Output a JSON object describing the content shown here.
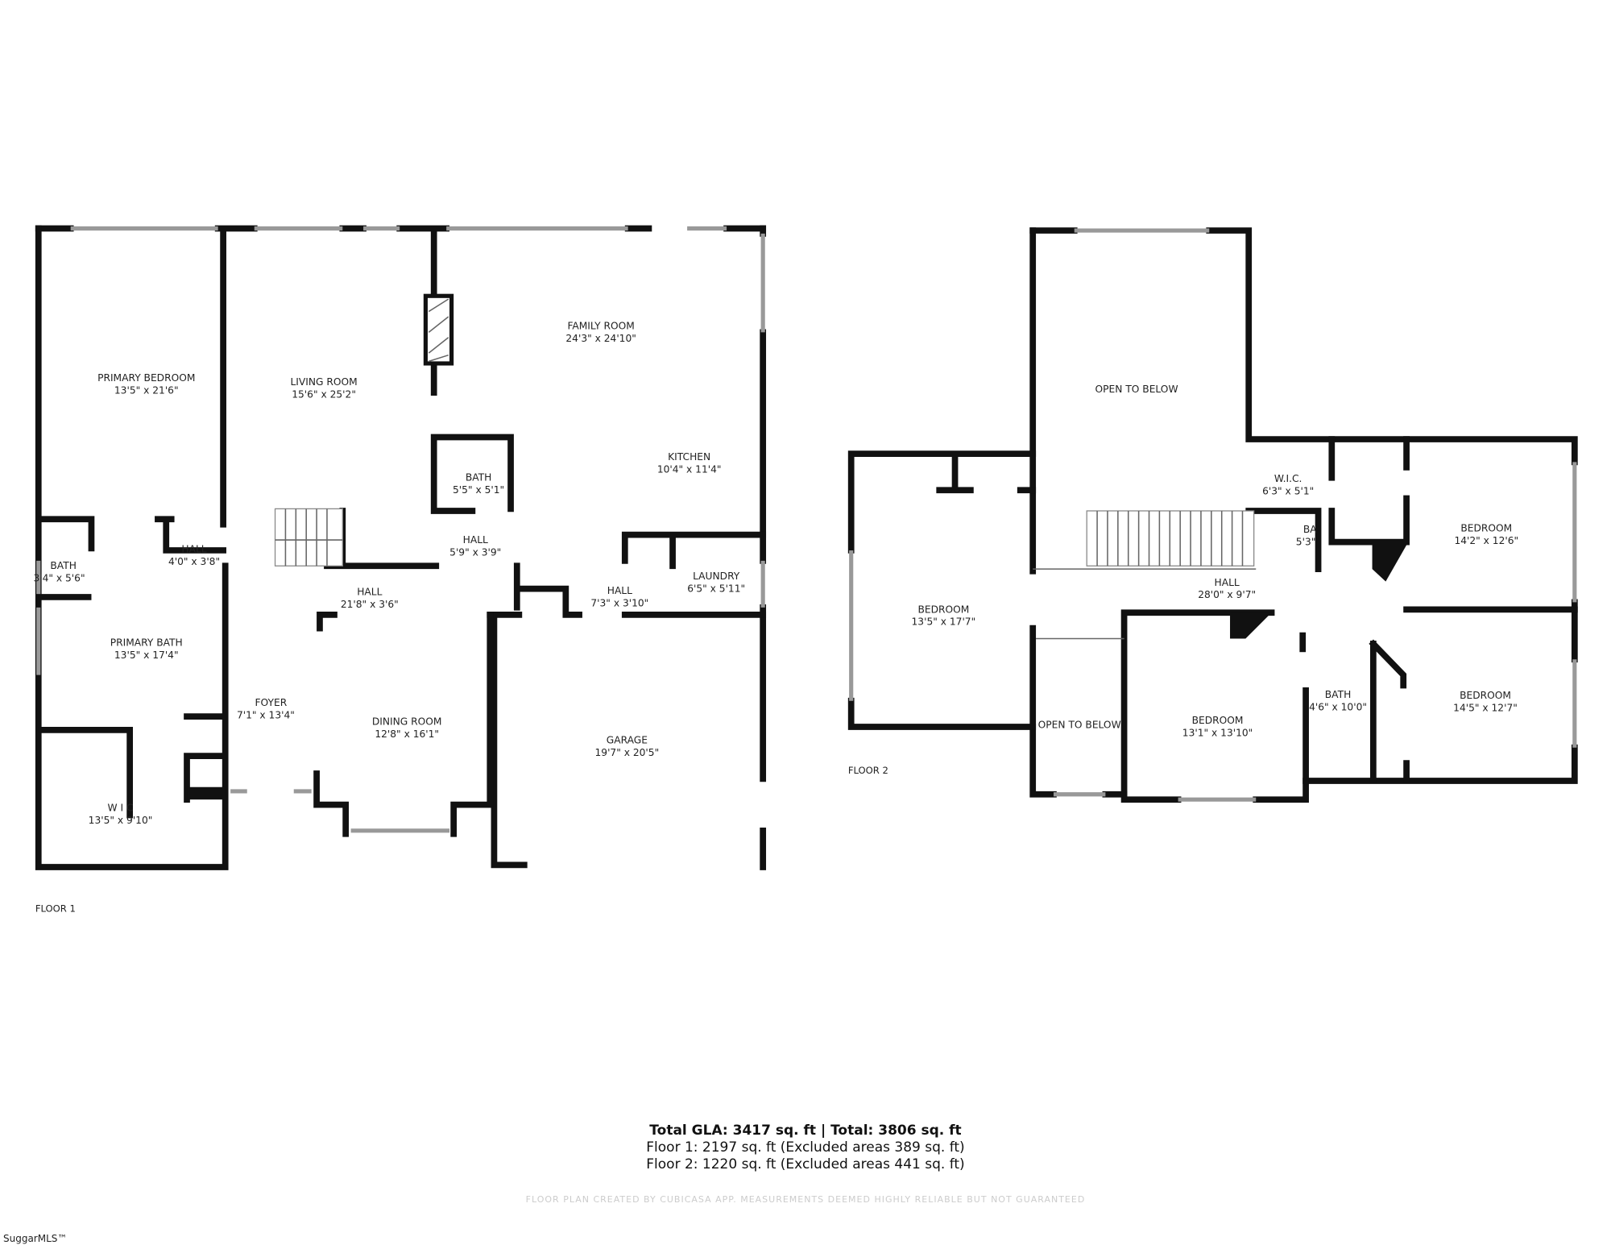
{
  "floor1": {
    "label": "FLOOR 1",
    "rooms": [
      {
        "name": "PRIMARY BEDROOM",
        "dims": "13'5\" x 21'6\""
      },
      {
        "name": "LIVING ROOM",
        "dims": "15'6\" x 25'2\""
      },
      {
        "name": "FAMILY ROOM",
        "dims": "24'3\" x 24'10\""
      },
      {
        "name": "KITCHEN",
        "dims": "10'4\" x 11'4\""
      },
      {
        "name": "BATH",
        "dims": "5'5\" x 5'1\""
      },
      {
        "name": "HALL",
        "dims": "5'9\" x 3'9\""
      },
      {
        "name": "BATH",
        "dims": "3'4\" x 5'6\""
      },
      {
        "name": "HALL",
        "dims": "4'0\" x 3'8\""
      },
      {
        "name": "HALL",
        "dims": "21'8\" x 3'6\""
      },
      {
        "name": "HALL",
        "dims": "7'3\" x 3'10\""
      },
      {
        "name": "LAUNDRY",
        "dims": "6'5\" x 5'11\""
      },
      {
        "name": "PRIMARY BATH",
        "dims": "13'5\" x 17'4\""
      },
      {
        "name": "FOYER",
        "dims": "7'1\" x 13'4\""
      },
      {
        "name": "DINING ROOM",
        "dims": "12'8\" x 16'1\""
      },
      {
        "name": "GARAGE",
        "dims": "19'7\" x 20'5\""
      },
      {
        "name": "W I C",
        "dims": "13'5\" x 9'10\""
      }
    ]
  },
  "floor2": {
    "label": "FLOOR 2",
    "rooms": [
      {
        "name": "OPEN TO BELOW",
        "dims": ""
      },
      {
        "name": "W.I.C.",
        "dims": "6'3\" x 5'1\""
      },
      {
        "name": "BA",
        "dims": "5'3\""
      },
      {
        "name": "BEDROOM",
        "dims": "14'2\" x 12'6\""
      },
      {
        "name": "HALL",
        "dims": "28'0\" x 9'7\""
      },
      {
        "name": "BEDROOM",
        "dims": "13'5\" x 17'7\""
      },
      {
        "name": "OPEN TO BELOW",
        "dims": ""
      },
      {
        "name": "BEDROOM",
        "dims": "13'1\" x 13'10\""
      },
      {
        "name": "BATH",
        "dims": "4'6\" x 10'0\""
      },
      {
        "name": "BEDROOM",
        "dims": "14'5\" x 12'7\""
      }
    ]
  },
  "summary": {
    "total": "Total GLA: 3417 sq. ft | Total: 3806 sq. ft",
    "floor1": "Floor 1: 2197 sq. ft (Excluded areas 389 sq. ft)",
    "floor2": "Floor 2: 1220 sq. ft (Excluded areas 441 sq. ft)"
  },
  "disclaimer": "FLOOR PLAN CREATED BY CUBICASA APP. MEASUREMENTS DEEMED HIGHLY RELIABLE BUT NOT GUARANTEED",
  "logo": "SuggarMLS™"
}
